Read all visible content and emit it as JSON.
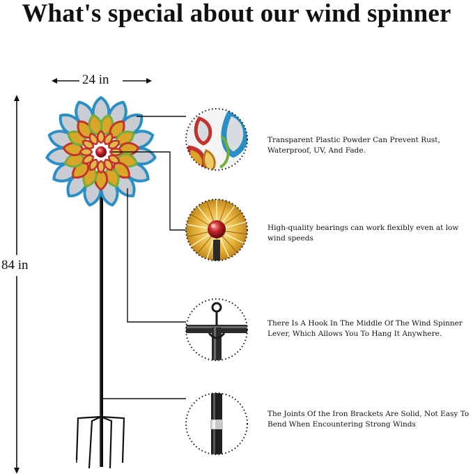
{
  "title": "What's special about our wind spinner",
  "dimensions": {
    "width_label": "24 in",
    "height_label": "84 in"
  },
  "features": [
    {
      "icon": "coated-petal-closeup",
      "text": "Transparent Plastic Powder Can Prevent Rust, Waterproof, UV, And Fade."
    },
    {
      "icon": "bearing-closeup",
      "text": "High-quality bearings can work flexibly even at low wind speeds"
    },
    {
      "icon": "hook-closeup",
      "text": "There Is A Hook In The Middle Of The Wind Spinner Lever, Which Allows You To Hang It Anywhere."
    },
    {
      "icon": "joint-closeup",
      "text": "The Joints Of the Iron Brackets Are Solid, Not Easy To Bend When Encountering Strong Winds"
    }
  ],
  "colors": {
    "petal_blue": "#2a8fc4",
    "petal_silver": "#c9ccd2",
    "petal_gold": "#d9a62a",
    "petal_red": "#c2332e",
    "petal_green": "#6fae3a",
    "stake": "#1a1a1a",
    "callout_line": "#111111"
  }
}
